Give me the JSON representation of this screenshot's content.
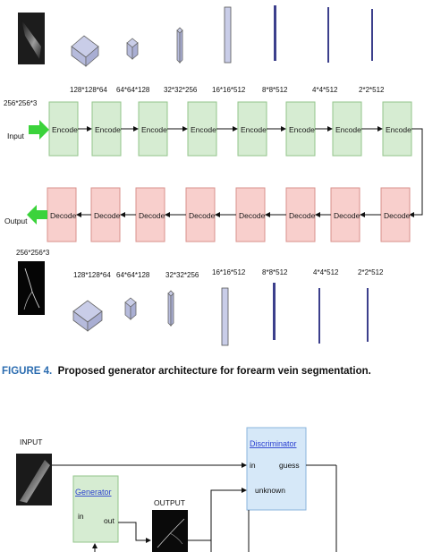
{
  "figure4": {
    "input_size": "256*256*3",
    "input_label": "Input",
    "output_label": "Output",
    "output_size": "256*256*3",
    "encoder": {
      "block_label": "Encode",
      "dims": [
        "128*128*64",
        "64*64*128",
        "32*32*256",
        "16*16*512",
        "8*8*512",
        "4*4*512",
        "2*2*512"
      ]
    },
    "decoder": {
      "block_label": "Decode",
      "dims": [
        "128*128*64",
        "64*64*128",
        "32*32*256",
        "16*16*512",
        "8*8*512",
        "4*4*512",
        "2*2*512"
      ]
    },
    "caption_prefix": "FIGURE 4.",
    "caption_text": "Proposed generator architecture for forearm vein segmentation."
  },
  "figure5": {
    "input_label": "INPUT",
    "output_label": "OUTPUT",
    "generator": {
      "title": "Generator",
      "in": "in",
      "out": "out"
    },
    "discriminator": {
      "title": "Discriminator",
      "in": "in",
      "guess": "guess",
      "unknown": "unknown"
    }
  },
  "colors": {
    "encode_fill": "#d6ecd2",
    "decode_fill": "#f8cfcc",
    "arrow_green": "#3bd33b",
    "tensor_fill": "#c9cde8",
    "module_fill": "#d6e8f8",
    "caption_blue": "#2b6cb0"
  }
}
